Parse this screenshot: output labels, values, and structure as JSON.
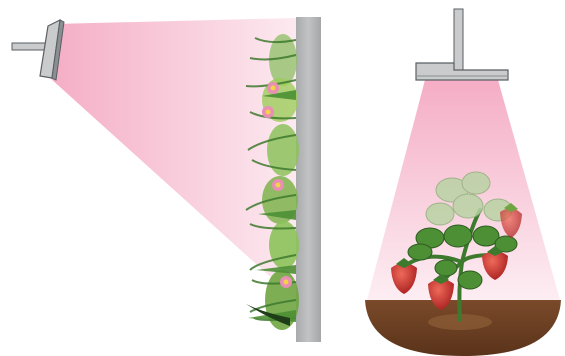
{
  "scene": {
    "left_panel": {
      "fixture": "wall-mounted-grow-light",
      "target": "vertical-green-wall-with-flowers"
    },
    "right_panel": {
      "fixture": "pendant-grow-light",
      "target": "potted-strawberry-plant"
    }
  },
  "colors": {
    "background": "#ffffff",
    "light_beam": "#f4a9c2",
    "wall": "#b7b8b9",
    "fixture_face": "#c9cbcc",
    "fixture_edge": "#5a5f63",
    "soil": "#6b3e22",
    "leaf_dark": "#3e7a2e",
    "leaf_light": "#9ccc5a",
    "strawberry": "#c9302c",
    "flower": "#e88fb3"
  },
  "icons": [
    "wall-grow-light-icon",
    "pendant-grow-light-icon",
    "strawberry-plant-icon",
    "green-wall-icon"
  ]
}
